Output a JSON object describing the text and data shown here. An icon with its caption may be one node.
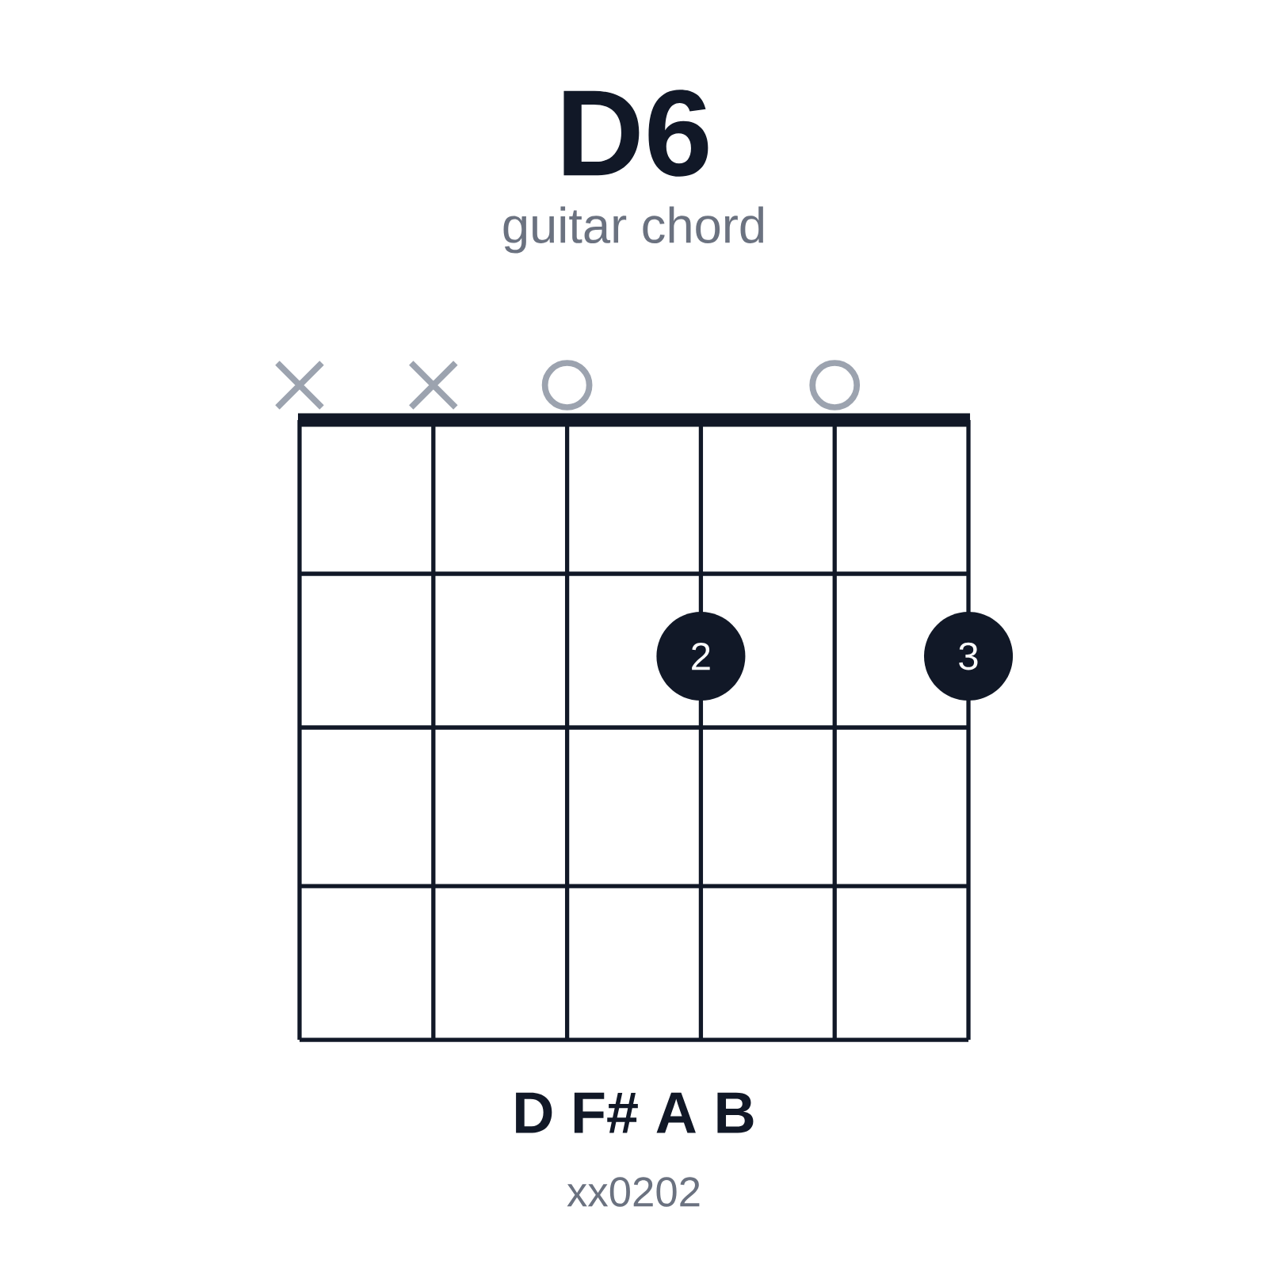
{
  "diagram": {
    "title": "D6",
    "nodes": [
      {
        "text": [
          "2"
        ]
      },
      {
        "text": [
          "3"
        ]
      }
    ],
    "edges": [],
    "labels": [
      "guitar chord",
      "D F# A B",
      "xx0202"
    ]
  }
}
